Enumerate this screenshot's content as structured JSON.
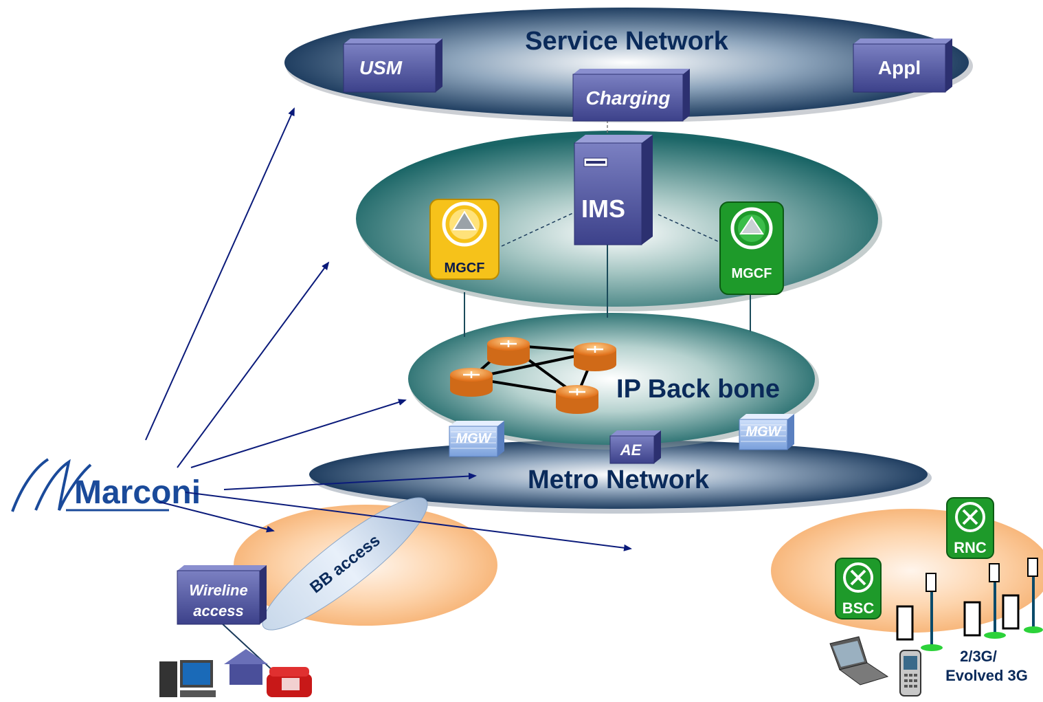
{
  "diagram": {
    "service_network": {
      "title": "Service Network",
      "nodes": {
        "usm": "USM",
        "charging": "Charging",
        "appl": "Appl"
      }
    },
    "ims_layer": {
      "ims": "IMS",
      "mgcf_left": "MGCF",
      "mgcf_right": "MGCF"
    },
    "ip_backbone": {
      "title": "IP Back bone"
    },
    "gateways": {
      "mgw_left": "MGW",
      "ae": "AE",
      "mgw_right": "MGW"
    },
    "metro_network": {
      "title": "Metro Network"
    },
    "access": {
      "bb_access": "BB access",
      "wireline_line1": "Wireline",
      "wireline_line2": "access",
      "rnc": "RNC",
      "bsc": "BSC",
      "radio_line1": "2/3G/",
      "radio_line2": "Evolved 3G"
    },
    "logo": "Marconi",
    "colors": {
      "service_ellipse": "#0a2a4f",
      "ims_ellipse": "#1f6a6a",
      "access_ellipse": "#fbc48e",
      "server_blue": "#4a4f9a",
      "mgcf_yellow": "#f6c21a",
      "mgcf_green": "#1e9a2a",
      "router_orange": "#f08a24",
      "arrow": "#0a1a7a"
    }
  }
}
